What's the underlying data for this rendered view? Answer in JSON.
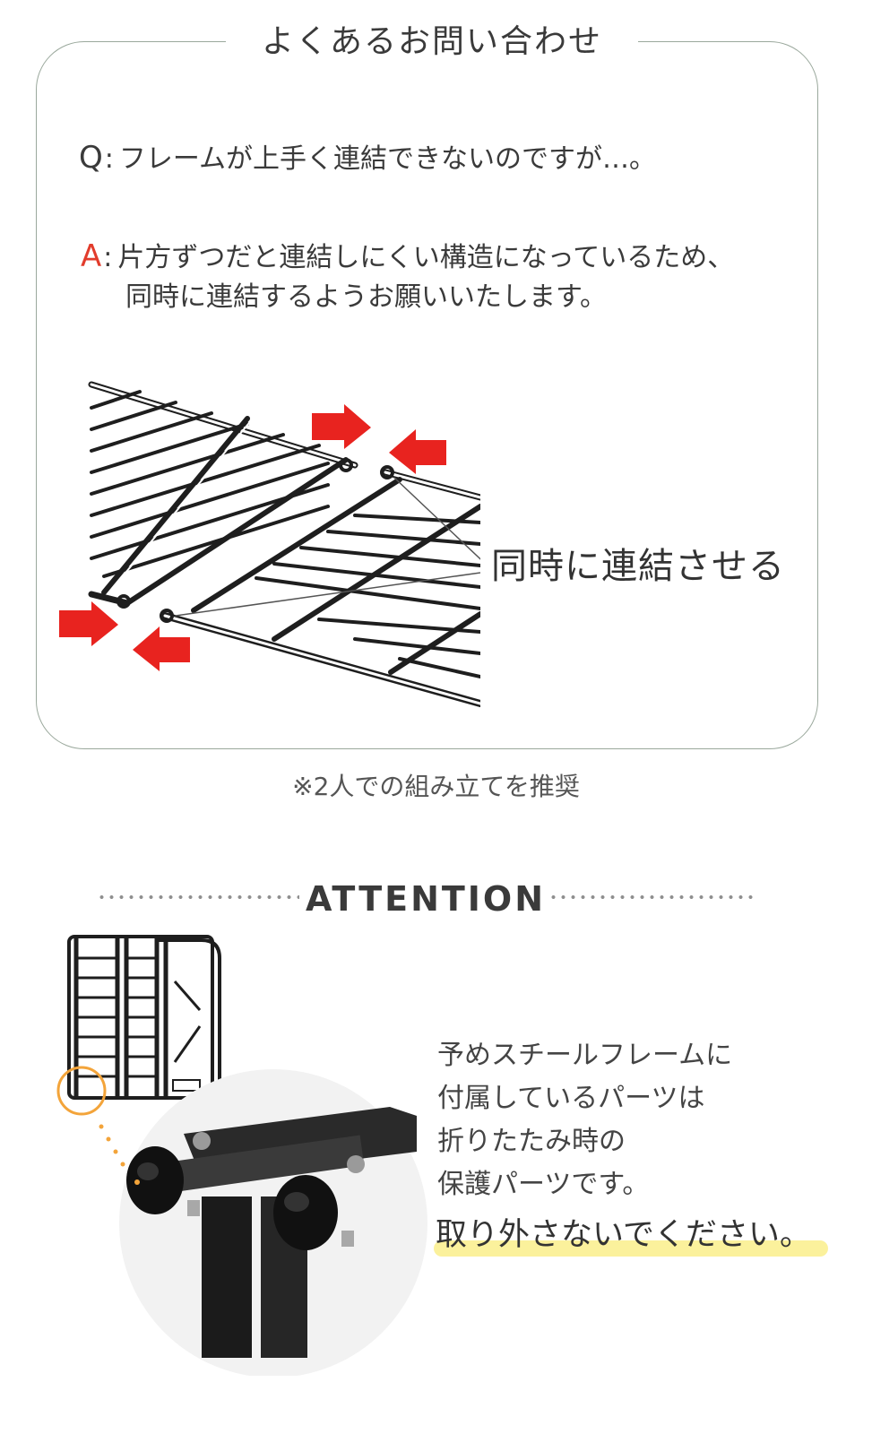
{
  "faq": {
    "title": "よくあるお問い合わせ",
    "question": {
      "mark": "Q",
      "separator": ":",
      "text": "フレームが上手く連結できないのですが…。"
    },
    "answer": {
      "mark": "A",
      "separator": ":",
      "line1": "片方ずつだと連結しにくい構造になっているため、",
      "line2": "同時に連結するようお願いいたします。"
    },
    "callout": "同時に連結させる"
  },
  "note": "※2人での組み立てを推奨",
  "attention": {
    "title": "ATTENTION",
    "lines": [
      "予めスチールフレームに",
      "付属しているパーツは",
      "折りたたみ時の",
      "保護パーツです。"
    ],
    "emphasis": "取り外さないでください。"
  },
  "colors": {
    "answer_mark": "#e23c2c",
    "arrow": "#e8231f",
    "highlight": "#fbf19c",
    "accent_orange": "#f3a43a",
    "frame_border": "#9aa89c"
  }
}
